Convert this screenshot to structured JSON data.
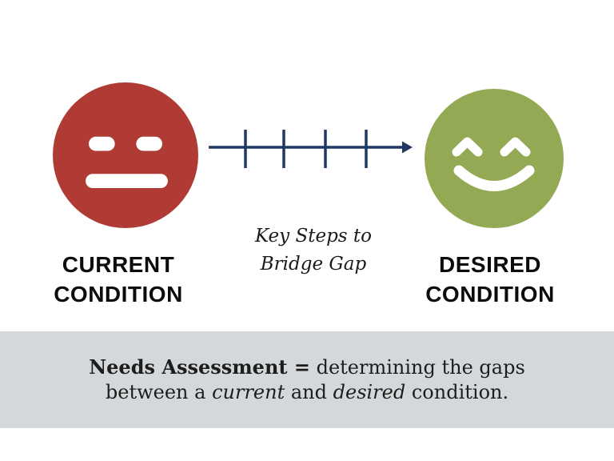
{
  "colors": {
    "face_current": "#b03b35",
    "face_desired": "#94a953",
    "face_features": "#ffffff",
    "arrow": "#1f3864",
    "banner_bg": "#d5d8da"
  },
  "icons": {
    "current_face": "neutral-face-icon",
    "desired_face": "smiling-face-icon",
    "arrow": "timeline-arrow-icon"
  },
  "diagram": {
    "current_label_line1": "CURRENT",
    "current_label_line2": "CONDITION",
    "desired_label_line1": "DESIRED",
    "desired_label_line2": "CONDITION",
    "arrow_caption_line1": "Key Steps to",
    "arrow_caption_line2": "Bridge Gap"
  },
  "banner": {
    "term": "Needs Assessment =",
    "line1_rest": " determining the gaps",
    "line2_pre": "between a ",
    "italic1": "current",
    "line2_mid": " and ",
    "italic2": "desired",
    "line2_post": " condition."
  }
}
